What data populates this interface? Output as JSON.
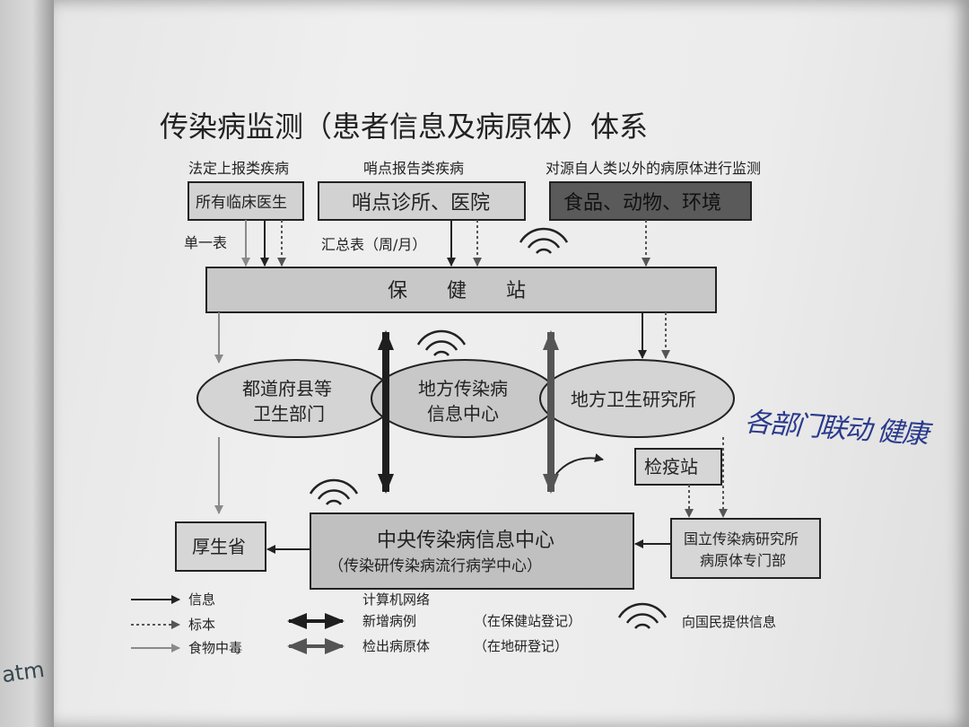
{
  "title": "传染病监测（患者信息及病原体）体系",
  "sources": {
    "notifiable": {
      "heading": "法定上报类疾病",
      "box": "所有临床医生"
    },
    "sentinel": {
      "heading": "哨点报告类疾病",
      "box": "哨点诊所、医院"
    },
    "non_human": {
      "heading": "对源自人类以外的病原体进行监测",
      "box": "食品、动物、环境"
    }
  },
  "flow_labels": {
    "single_form": "单一表",
    "summary_form": "汇总表（周/月）"
  },
  "health_center": "保　　健　　站",
  "ovals": {
    "prefecture": [
      "都道府县等",
      "卫生部门"
    ],
    "local_info_center": [
      "地方传染病",
      "信息中心"
    ],
    "local_institute": "地方卫生研究所"
  },
  "quarantine": "检疫站",
  "central": [
    "中央传染病信息中心",
    "（传染研传染病流行病学中心）"
  ],
  "mhlw": "厚生省",
  "niid": [
    "国立传染病研究所",
    "病原体专门部"
  ],
  "legend": {
    "info": "信息",
    "specimen": "标本",
    "food_poisoning": "食物中毒",
    "network": "计算机网络",
    "new_cases": "新增病例",
    "new_cases_note": "（在保健站登记）",
    "pathogen": "检出病原体",
    "pathogen_note": "（在地研登记）",
    "public": "向国民提供信息"
  },
  "handwritten_note": "各部门联动 健康",
  "prev_page_fragment": "atm",
  "colors": {
    "page": "#ececec",
    "box_fill": "#c4c4c4",
    "dark_box": "#5a5a5a",
    "ink": "#222222",
    "grey_arrow": "#8a8a8a",
    "handwriting": "#2a3a8c"
  }
}
